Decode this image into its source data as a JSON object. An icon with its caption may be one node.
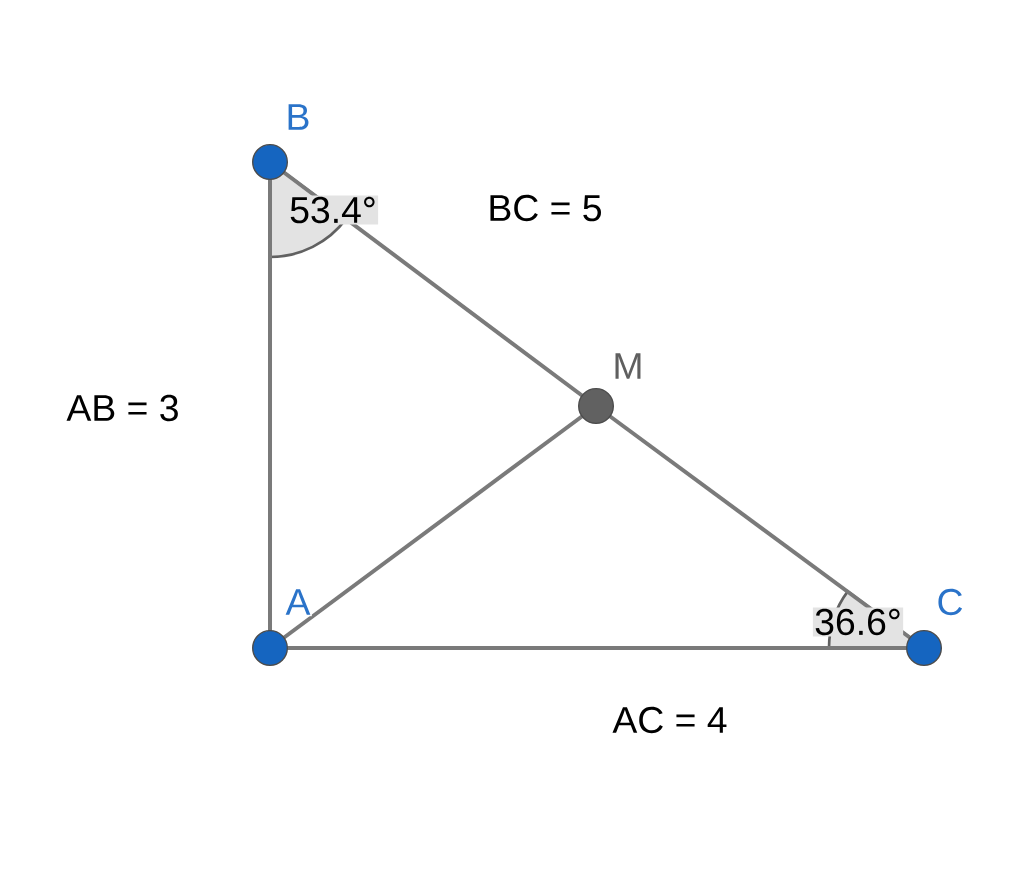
{
  "diagram": {
    "nodes": [
      {
        "text": [
          "B"
        ]
      },
      {
        "text": [
          "M"
        ]
      },
      {
        "text": [
          "A"
        ]
      },
      {
        "text": [
          "C"
        ]
      }
    ],
    "edges": [
      {
        "from": 0,
        "to": 2,
        "arrow": "none"
      },
      {
        "from": 2,
        "to": 3,
        "arrow": "none"
      },
      {
        "from": 0,
        "to": 1,
        "arrow": "none"
      },
      {
        "from": 1,
        "to": 3,
        "arrow": "none"
      },
      {
        "from": 2,
        "to": 1,
        "arrow": "none"
      }
    ],
    "labels": [
      "53.4°",
      "BC = 5",
      "AB = 3",
      "36.6°",
      "AC = 4"
    ]
  }
}
